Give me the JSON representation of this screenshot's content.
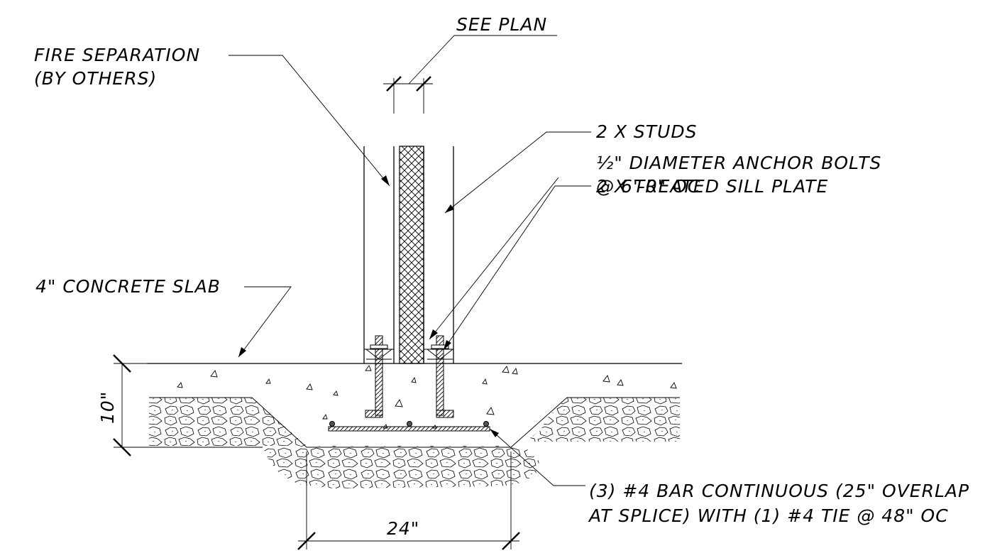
{
  "labels": {
    "see_plan": "SEE PLAN",
    "fire_sep_1": "FIRE SEPARATION",
    "fire_sep_2": "(BY OTHERS)",
    "studs": "2 X STUDS",
    "anchor_1": "½\" DIAMETER ANCHOR BOLTS",
    "anchor_2": "@ 6'-0\" OC",
    "sill": "2 X TREATED SILL PLATE",
    "slab": "4\" CONCRETE SLAB",
    "bar_1": "(3) #4 BAR CONTINUOUS (25\" OVERLAP",
    "bar_2": "AT SPLICE) WITH (1) #4 TIE @ 48\" OC",
    "dim_depth": "10\"",
    "dim_width": "24\""
  }
}
